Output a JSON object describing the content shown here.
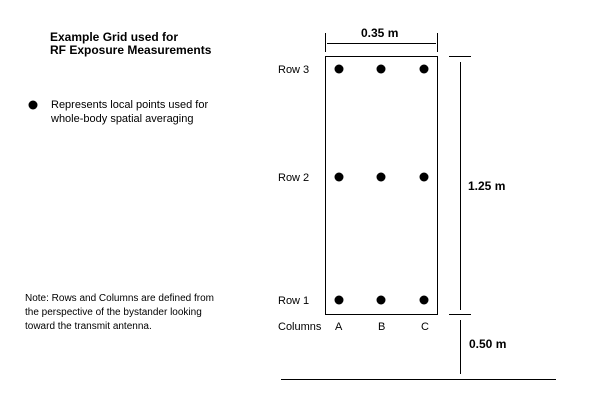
{
  "title": [
    "Example Grid used for",
    "RF Exposure Measurements"
  ],
  "legend": [
    "Represents local points used for",
    "whole-body spatial averaging"
  ],
  "note": [
    "Note:  Rows and Columns are defined from",
    "the perspective of the bystander looking",
    "toward the transmit antenna."
  ],
  "width_label": "0.35 m",
  "height_label": "1.25 m",
  "offset_label": "0.50 m",
  "rows": [
    "Row 3",
    "Row 2",
    "Row 1"
  ],
  "columns_label": "Columns",
  "columns": [
    "A",
    "B",
    "C"
  ]
}
